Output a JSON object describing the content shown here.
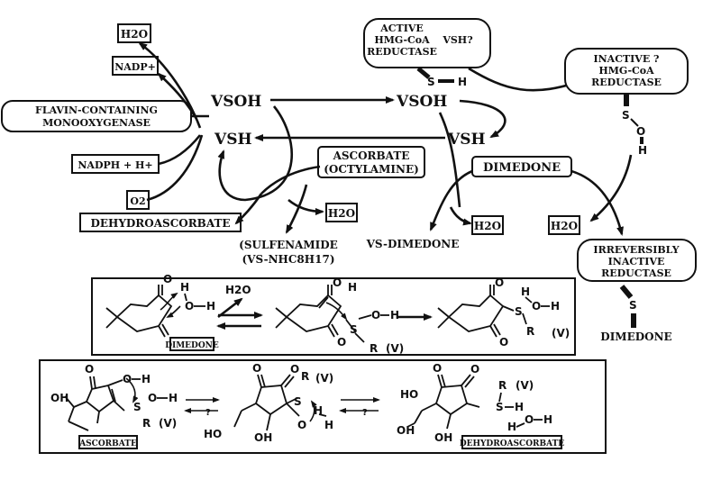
{
  "boxes": {
    "h2o_top": "H2O",
    "nadp": "NADP+",
    "fmo_line1": "FLAVIN-CONTAINING",
    "fmo_line2": "MONOOXYGENASE",
    "nadph": "NADPH + H+",
    "o2": "O2",
    "dehydroascorbate": "DEHYDROASCORBATE",
    "ascorbate_line1": "ASCORBATE",
    "ascorbate_line2": "(OCTYLAMINE)",
    "active_line1": "ACTIVE",
    "active_line2": "HMG-CoA",
    "active_line3": "REDUCTASE",
    "active_vsh": "VSH?",
    "inactive_line1": "INACTIVE ?",
    "inactive_line2": "HMG-CoA",
    "inactive_line3": "REDUCTASE",
    "dimedone": "DIMEDONE",
    "h2o_mid": "H2O",
    "h2o_right1": "H2O",
    "h2o_right2": "H2O",
    "irrev_line1": "IRREVERSIBLY",
    "irrev_line2": "INACTIVE",
    "irrev_line3": "REDUCTASE"
  },
  "labels": {
    "vsoh_left": "VSOH",
    "vsh_left": "VSH",
    "vsoh_right": "VSOH",
    "vsh_right": "VSH",
    "sulfenamide_line1": "(SULFENAMIDE",
    "sulfenamide_line2": "(VS-NHC8H17)",
    "vs_dimedone": "VS-DIMEDONE",
    "dimedone_bottom": "DIMEDONE",
    "sh_active_s": "S",
    "sh_active_h": "H",
    "soh_s": "S",
    "soh_o": "O",
    "soh_h": "H",
    "irrev_s": "S"
  },
  "panel_top": {
    "dimedone_tag": "DIMEDONE",
    "h2o": "H2O",
    "o1": "O",
    "o2": "O",
    "h1": "H",
    "o3": "O",
    "h2": "H",
    "o4": "O",
    "o5": "O",
    "h3": "H",
    "s1": "S",
    "o6": "O",
    "h4": "H",
    "r1": "R",
    "v1": "(V)",
    "o7": "O",
    "o8": "O",
    "s2": "S",
    "r2": "R",
    "v2": "(V)",
    "h5": "H",
    "o9": "O",
    "h6": "H"
  },
  "panel_bottom": {
    "ascorbate_tag": "ASCORBATE",
    "dehydro_tag": "DEHYDROASCORBATE",
    "oh1": "OH",
    "oh2": "OH",
    "o1": "O",
    "oh3": "O",
    "h1": "H",
    "s1": "S",
    "o2": "O",
    "h2": "H",
    "r1": "R",
    "v1": "(V)",
    "q1": "?",
    "ho1": "HO",
    "oh4": "OH",
    "o3": "O",
    "o4": "O",
    "s2": "S",
    "r2": "R",
    "v2": "(V)",
    "o5": "O",
    "h3": "H",
    "h4": "H",
    "q2": "?",
    "oh5": "OH",
    "o6": "O",
    "o7": "O",
    "r3": "R",
    "v3": "(V)",
    "s3": "S",
    "h5": "H",
    "h6": "H",
    "o8": "O",
    "h7": "H",
    "ho2": "HO",
    "oh6": "OH"
  }
}
